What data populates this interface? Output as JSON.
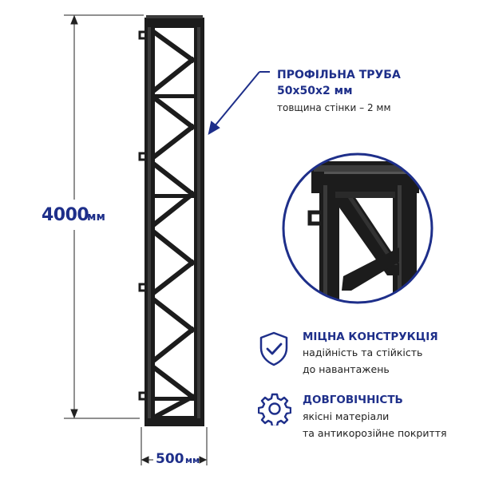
{
  "dimensions": {
    "height_value": "4000",
    "height_unit": "мм",
    "width_value": "500",
    "width_unit": "мм"
  },
  "pipe_callout": {
    "title": "ПРОФІЛЬНА ТРУБА",
    "size": "50х50х2 мм",
    "wall": "товщина стінки – 2 мм"
  },
  "features": {
    "strong": {
      "icon": "shield-check-icon",
      "title": "МІЦНА КОНСТРУКЦІЯ",
      "line1": "надійність та стійкість",
      "line2": "до навантажень"
    },
    "durable": {
      "icon": "gear-icon",
      "title": "ДОВГОВІЧНІСТЬ",
      "line1": "якісні матеріали",
      "line2": "та антикорозійне покриття"
    }
  },
  "colors": {
    "accent": "#1e2f8a",
    "metal": "#1a1a1a",
    "metal_light": "#3a3a3a"
  }
}
